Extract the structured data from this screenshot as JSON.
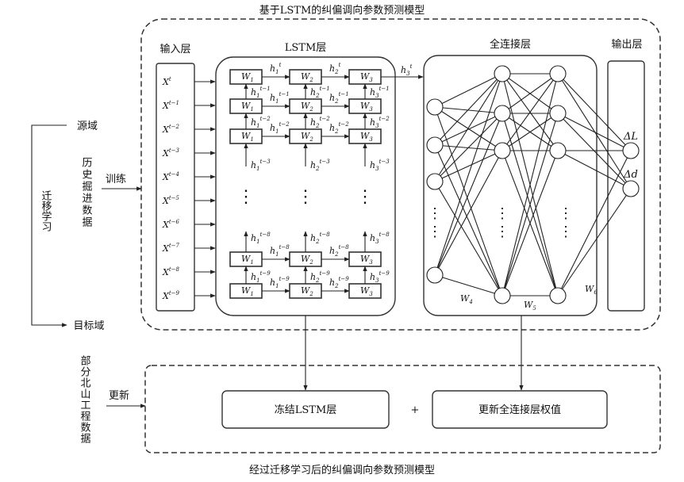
{
  "title": "基于LSTM的纠偏调向参数预测模型",
  "bottom_title": "经过迁移学习后的纠偏调向参数预测模型",
  "layers": {
    "input": "输入层",
    "lstm": "LSTM层",
    "fc": "全连接层",
    "output": "输出层"
  },
  "inputs": [
    {
      "base": "X",
      "sup": "t"
    },
    {
      "base": "X",
      "sup": "t−1"
    },
    {
      "base": "X",
      "sup": "t−2"
    },
    {
      "base": "X",
      "sup": "t−3"
    },
    {
      "base": "X",
      "sup": "t−4"
    },
    {
      "base": "X",
      "sup": "t−5"
    },
    {
      "base": "X",
      "sup": "t−6"
    },
    {
      "base": "X",
      "sup": "t−7"
    },
    {
      "base": "X",
      "sup": "t−8"
    },
    {
      "base": "X",
      "sup": "t−9"
    }
  ],
  "lstm": {
    "cell_base": "W",
    "cell_subs": [
      "1",
      "2",
      "3"
    ],
    "h_base": "h",
    "rows": [
      "t",
      "t−1",
      "t−2",
      "t−8",
      "t−9"
    ],
    "below_last_top": "t−3",
    "above_bottom_group": "t−8",
    "ellipsis": "⋮",
    "output_label": {
      "base": "h",
      "sub": "3",
      "sup": "t"
    }
  },
  "fc": {
    "weights": [
      {
        "base": "W",
        "sub": "4"
      },
      {
        "base": "W",
        "sub": "5"
      },
      {
        "base": "W",
        "sub": "6"
      }
    ],
    "ellipsis": "⋮"
  },
  "outputs": [
    "ΔL",
    "Δd"
  ],
  "left": {
    "source_domain": "源域",
    "history_data": "历史掘进数据",
    "train": "训练",
    "transfer_learning": "迁移学习",
    "target_domain": "目标域",
    "partial_data": "部分北山工程数据",
    "update": "更新"
  },
  "bottom": {
    "freeze": "冻结LSTM层",
    "plus": "+",
    "update_weights": "更新全连接层权值"
  }
}
